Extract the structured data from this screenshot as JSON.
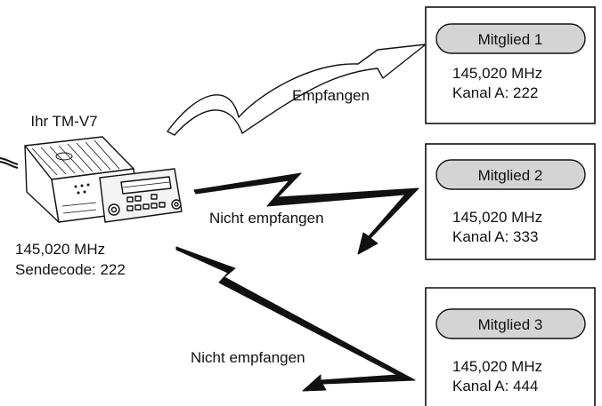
{
  "radio": {
    "title": "Ihr TM-V7",
    "frequency": "145,020 MHz",
    "code_line": "Sendecode:  222"
  },
  "links": {
    "received": "Empfangen",
    "not_received_1": "Nicht empfangen",
    "not_received_2": "Nicht empfangen"
  },
  "members": [
    {
      "name": "Mitglied 1",
      "frequency": "145,020 MHz",
      "channel": "Kanal A:  222"
    },
    {
      "name": "Mitglied 2",
      "frequency": "145,020 MHz",
      "channel": "Kanal A:  333"
    },
    {
      "name": "Mitglied 3",
      "frequency": "145,020 MHz",
      "channel": "Kanal A:  444"
    }
  ],
  "colors": {
    "pill_fill": "#d4d4d4",
    "line": "#111111"
  }
}
